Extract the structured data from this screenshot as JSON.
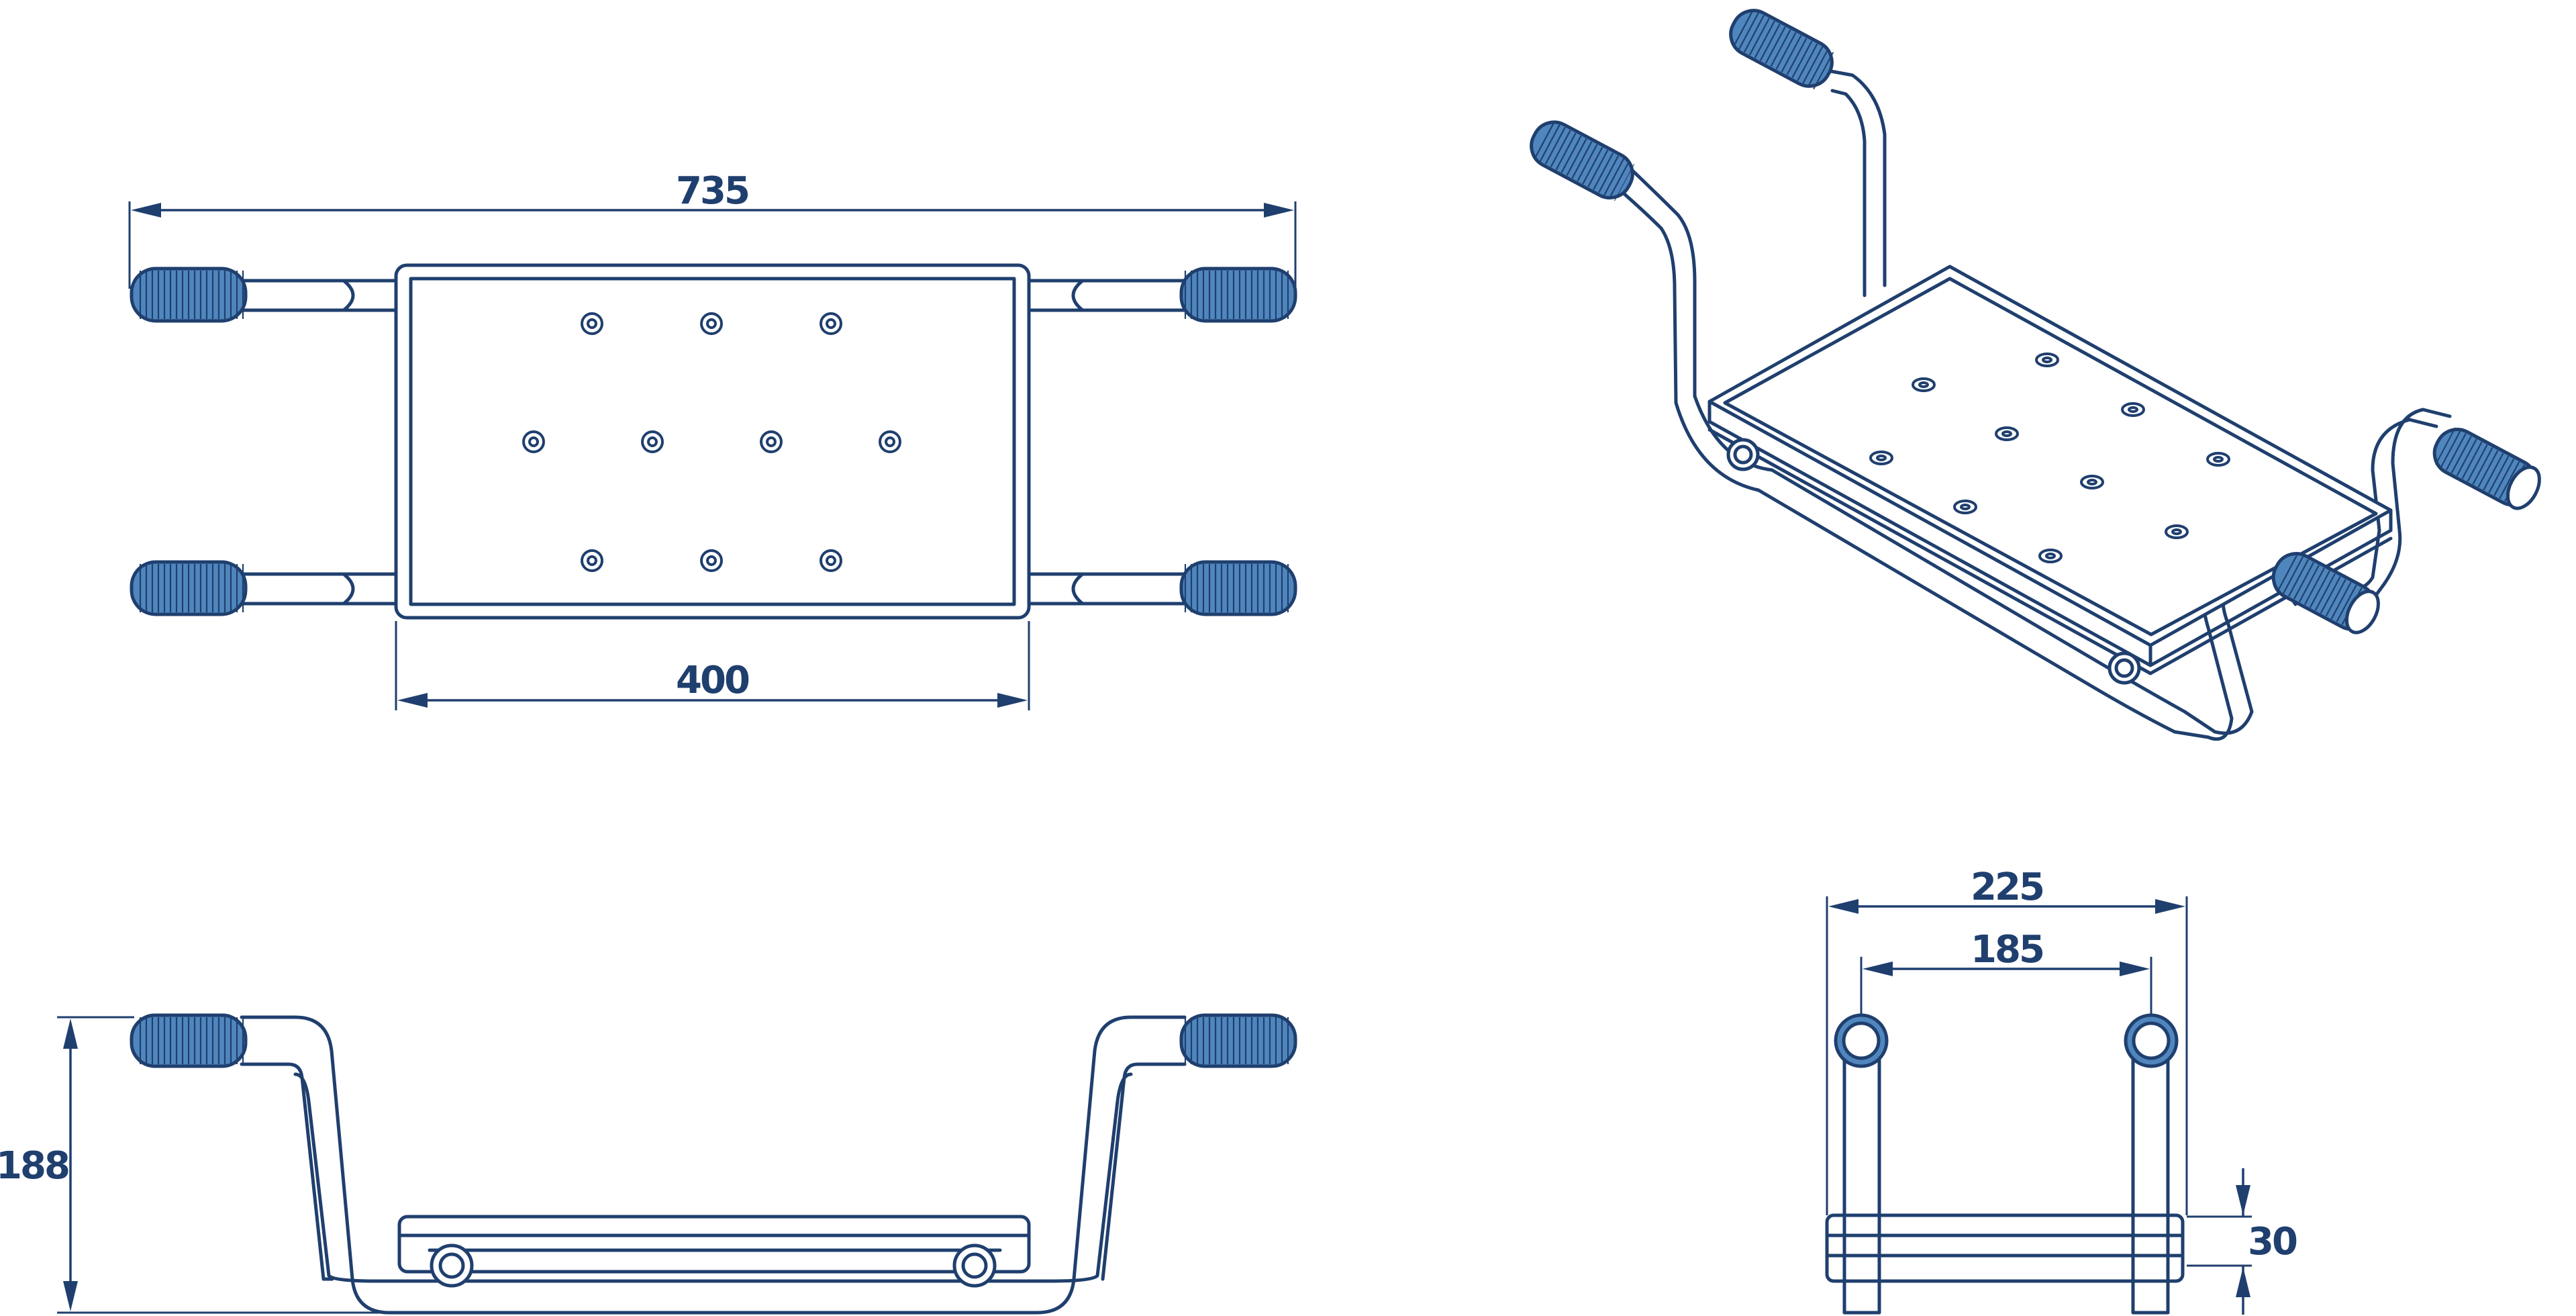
{
  "dimensions": {
    "overall_length": "735",
    "seat_length": "400",
    "height": "188",
    "outer_width": "225",
    "inner_width": "185",
    "seat_thickness": "30"
  },
  "colors": {
    "line": "#1f3f6e",
    "grip_fill": "#4f86bd",
    "background": "#ffffff"
  }
}
